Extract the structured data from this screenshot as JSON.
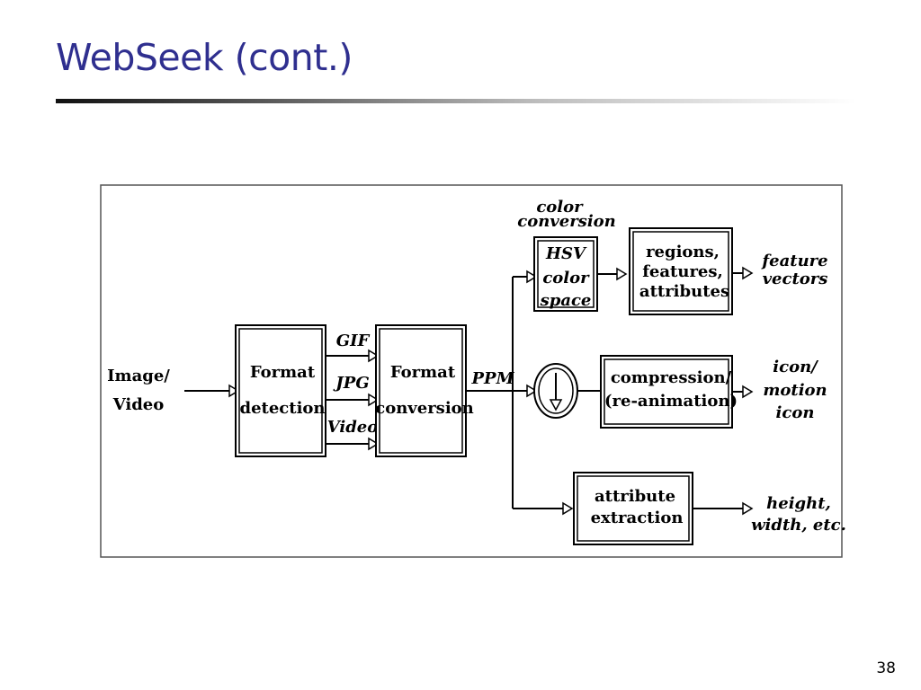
{
  "slide": {
    "title": "WebSeek (cont.)",
    "page_number": "38"
  },
  "diagram": {
    "input": [
      "Image/",
      "Video"
    ],
    "format_detection": [
      "Format",
      "detection"
    ],
    "formats": [
      "GIF",
      "JPG",
      "Video"
    ],
    "format_conversion": [
      "Format",
      "conversion"
    ],
    "ppm": "PPM",
    "color_conversion": [
      "color",
      "conversion"
    ],
    "hsv_box": [
      "HSV",
      "color",
      "space"
    ],
    "regions_box": [
      "regions,",
      "features,",
      "attributes"
    ],
    "feature_vectors": [
      "feature",
      "vectors"
    ],
    "compression_box": [
      "compression/",
      "(re-animation)"
    ],
    "icon_output": [
      "icon/",
      "motion",
      "icon"
    ],
    "attribute_box": [
      "attribute",
      "extraction"
    ],
    "attribute_output": [
      "height,",
      "width, etc."
    ]
  }
}
